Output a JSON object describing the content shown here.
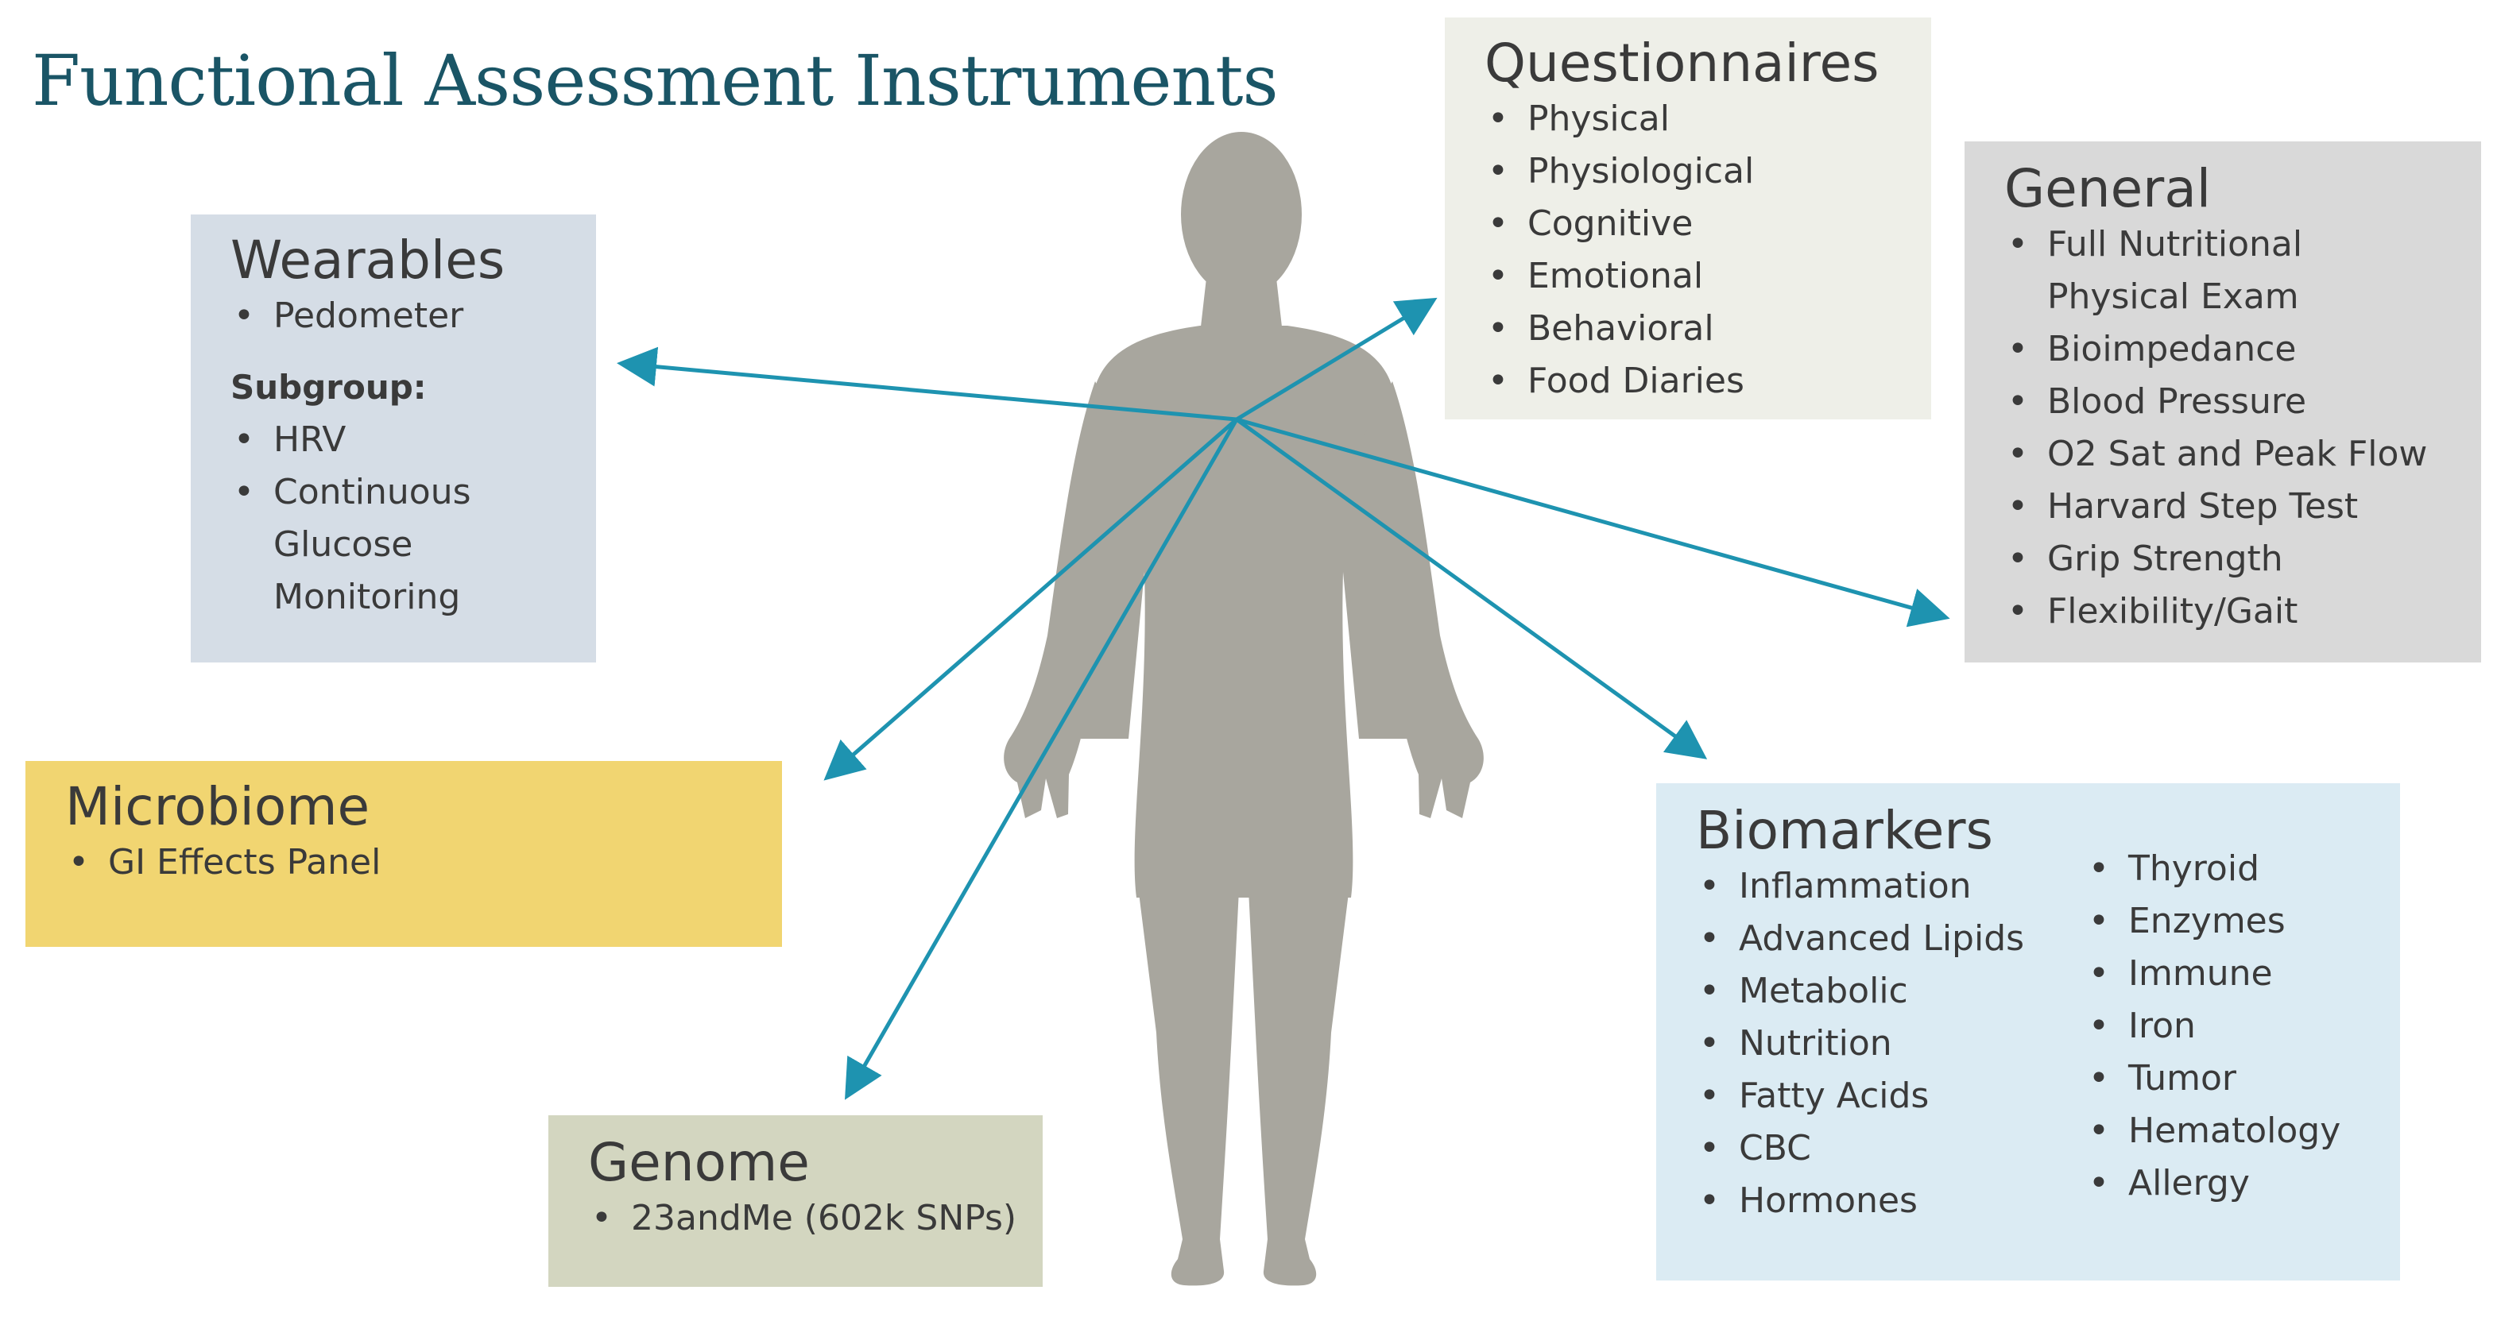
{
  "title": "Functional Assessment Instruments",
  "colors": {
    "title": "#1a5566",
    "arrow": "#1e93b0",
    "silhouette": "#a8a69e",
    "wearables_bg": "#d5dde6",
    "questionnaires_bg": "#eeefe8",
    "general_bg": "#d9d9d9",
    "microbiome_bg": "#f1d571",
    "genome_bg": "#d3d6c0",
    "biomarkers_bg": "#dbebf3"
  },
  "silhouette_icon": "human-body-silhouette",
  "wearables": {
    "heading": "Wearables",
    "items": [
      "Pedometer"
    ],
    "subgroup_label": "Subgroup:",
    "subgroup_items": [
      "HRV",
      "Continuous Glucose Monitoring"
    ]
  },
  "questionnaires": {
    "heading": "Questionnaires",
    "items": [
      "Physical",
      "Physiological",
      "Cognitive",
      "Emotional",
      "Behavioral",
      "Food Diaries"
    ]
  },
  "general": {
    "heading": "General",
    "items": [
      "Full Nutritional Physical Exam",
      "Bioimpedance",
      "Blood Pressure",
      "O2 Sat and Peak Flow",
      "Harvard Step Test",
      "Grip Strength",
      "Flexibility/Gait"
    ]
  },
  "microbiome": {
    "heading": "Microbiome",
    "items": [
      "GI Effects Panel"
    ]
  },
  "genome": {
    "heading": "Genome",
    "items": [
      "23andMe (602k SNPs)"
    ]
  },
  "biomarkers": {
    "heading": "Biomarkers",
    "left_items": [
      "Inflammation",
      "Advanced Lipids",
      "Metabolic",
      "Nutrition",
      "Fatty Acids",
      "CBC",
      "Hormones"
    ],
    "right_items": [
      "Thyroid",
      "Enzymes",
      "Immune",
      "Iron",
      "Tumor",
      "Hematology",
      "Allergy"
    ]
  }
}
